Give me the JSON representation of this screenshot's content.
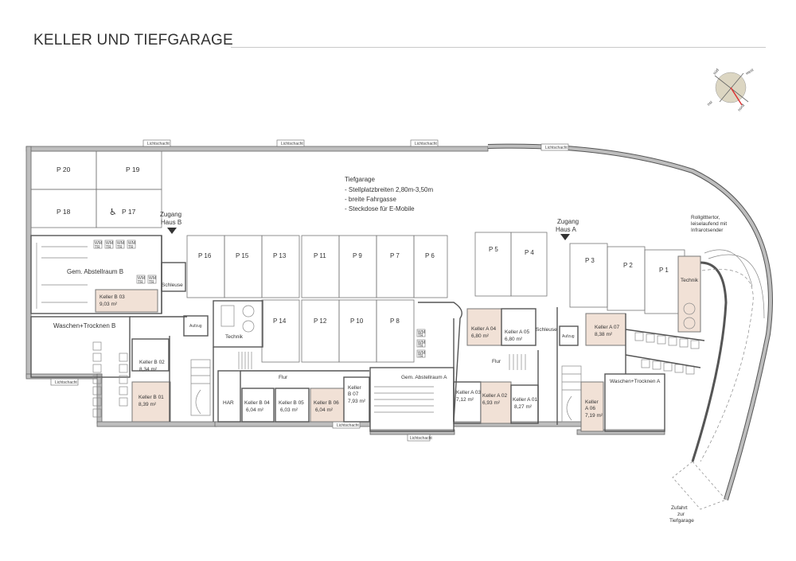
{
  "title": "KELLER UND TIEFGARAGE",
  "compass": {
    "sued": "süd",
    "west": "west",
    "ost": "ost",
    "nord": "nord"
  },
  "garage_info": {
    "title": "Tiefgarage",
    "l1": "- Stellplatzbreiten 2,80m-3,50m",
    "l2": "- breite Fahrgasse",
    "l3": "- Steckdose für E-Mobile"
  },
  "entrances": {
    "haus_b_1": "Zugang",
    "haus_b_2": "Haus B",
    "haus_a_1": "Zugang",
    "haus_a_2": "Haus A"
  },
  "rolltor": {
    "l1": "Rollgitttertor,",
    "l2": "leiselaufend mit",
    "l3": "Infrarotsender"
  },
  "zufahrt": {
    "l1": "Zufahrt",
    "l2": "zur",
    "l3": "Tiefgarage"
  },
  "lichtschacht": "Lichtschacht",
  "parking": [
    "P 20",
    "P 19",
    "P 18",
    "P 17",
    "P 16",
    "P 15",
    "P 13",
    "P 11",
    "P 9",
    "P 7",
    "P 6",
    "P 14",
    "P 12",
    "P 10",
    "P 8",
    "P 5",
    "P 4",
    "P 3",
    "P 2",
    "P 1"
  ],
  "rooms": {
    "abstell_b": "Gem. Abstellraum B",
    "keller_b03": "Keller B 03",
    "keller_b03_a": "9,03 m²",
    "waschen_b": "Waschen+Trocknen B",
    "schleuse_b": "Schleuse",
    "aufzug_b": "Aufzug",
    "technik_b": "Technik",
    "keller_b02": "Keller B 02",
    "keller_b02_a": "8,34 m²",
    "keller_b01": "Keller B 01",
    "keller_b01_a": "8,39 m²",
    "har": "HAR",
    "flur_b": "Flur",
    "keller_b04": "Keller B 04",
    "keller_b04_a": "6,04 m²",
    "keller_b05": "Keller B 05",
    "keller_b05_a": "6,03 m²",
    "keller_b06": "Keller B 06",
    "keller_b06_a": "6,04 m²",
    "keller_b07_1": "Keller",
    "keller_b07_2": "B 07",
    "keller_b07_a": "7,93 m²",
    "abstell_a": "Gem. Abstellraum A",
    "keller_a04": "Keller A 04",
    "keller_a04_a": "6,80 m²",
    "keller_a05": "Keller A 05",
    "keller_a05_a": "6,80 m²",
    "schleuse_a": "Schleuse",
    "aufzug_a": "Aufzug",
    "keller_a07": "Keller A 07",
    "keller_a07_a": "8,38 m²",
    "flur_a": "Flur",
    "keller_a03": "Keller A 03",
    "keller_a03_a": "7,12 m²",
    "keller_a02": "Keller A 02",
    "keller_a02_a": "6,93 m²",
    "keller_a01": "Keller A 01",
    "keller_a01_a": "8,27 m²",
    "keller_a06_1": "Keller",
    "keller_a06_2": "A 06",
    "keller_a06_a": "7,19 m²",
    "waschen_a": "Waschen+Trocknen A",
    "technik_a": "Technik"
  },
  "fixture": {
    "l1": "WM",
    "l2": "TR"
  }
}
